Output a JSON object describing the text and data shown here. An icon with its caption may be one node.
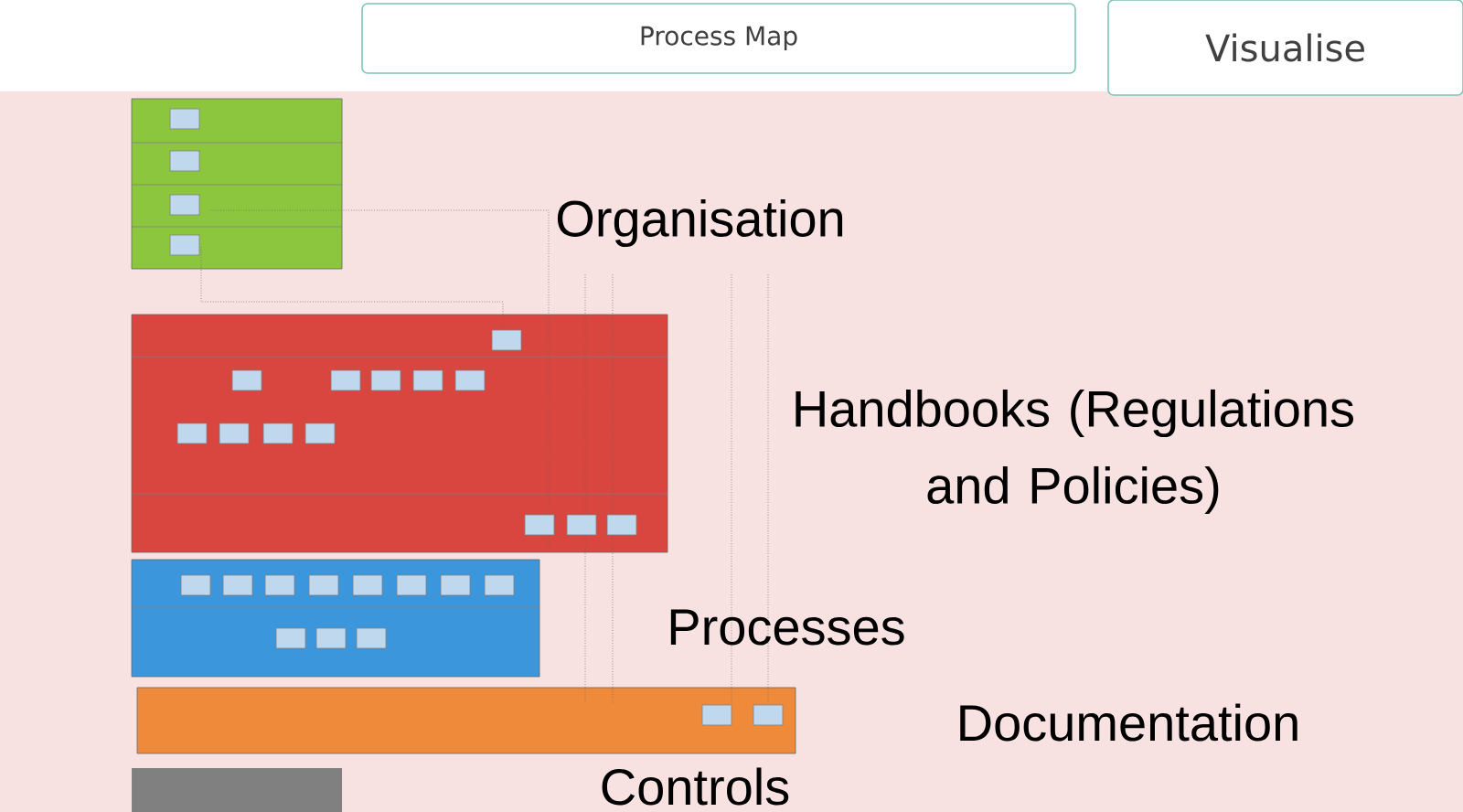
{
  "diagram": {
    "nodes": [
      {
        "text": [
          "Process Map"
        ]
      },
      {
        "text": [
          "Visualise"
        ]
      }
    ],
    "labels": [
      "Organisation",
      "Handbooks (Regulations and Policies)",
      "Processes",
      "Documentation",
      "Controls"
    ]
  }
}
